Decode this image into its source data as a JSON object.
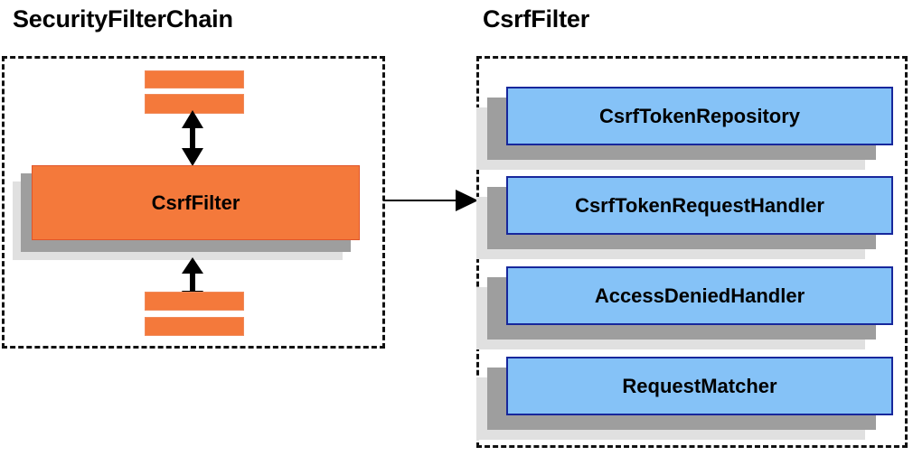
{
  "diagram": {
    "type": "class-collaboration-diagram",
    "background": "#ffffff",
    "panels": [
      {
        "id": "security-filter-chain",
        "title": "SecurityFilterChain",
        "node": {
          "label": "CsrfFilter",
          "fill": "#f4793b",
          "border": "#e0552a"
        },
        "stubs": [
          "",
          "",
          "",
          ""
        ]
      },
      {
        "id": "csrf-filter",
        "title": "CsrfFilter",
        "nodes": [
          {
            "label": "CsrfTokenRepository",
            "fill": "#85c2f7",
            "border": "#17279c"
          },
          {
            "label": "CsrfTokenRequestHandler",
            "fill": "#85c2f7",
            "border": "#17279c"
          },
          {
            "label": "AccessDeniedHandler",
            "fill": "#85c2f7",
            "border": "#17279c"
          },
          {
            "label": "RequestMatcher",
            "fill": "#85c2f7",
            "border": "#17279c"
          }
        ]
      }
    ],
    "connectors": [
      {
        "id": "chain-above",
        "style": "double-arrow-vertical",
        "color": "#000000"
      },
      {
        "id": "chain-below",
        "style": "double-arrow-vertical",
        "color": "#000000"
      },
      {
        "id": "panel-link",
        "style": "single-arrow-right",
        "color": "#000000"
      }
    ],
    "colors": {
      "orange_fill": "#f4793b",
      "orange_border": "#e0552a",
      "blue_fill": "#85c2f7",
      "blue_border": "#17279c",
      "shadow_dark": "#9e9e9e",
      "shadow_light": "#e0e0e0",
      "outline": "#111111",
      "text": "#000000"
    }
  }
}
